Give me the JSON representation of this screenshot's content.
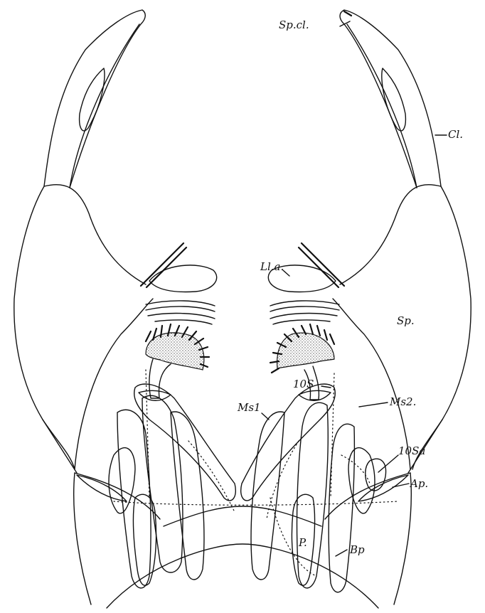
{
  "labels": {
    "sp_cl": "Sp.cl.",
    "cl": "Cl.",
    "ll_a": "Ll.a.",
    "sp": "Sp.",
    "s10": "10S",
    "ms1": "Ms1",
    "ms2": "Ms2.",
    "s10a": "10Sa",
    "ap": "Ap.",
    "p": "P.",
    "bp": "Bp"
  },
  "colors": {
    "ink": "#111111",
    "paper": "#ffffff"
  }
}
